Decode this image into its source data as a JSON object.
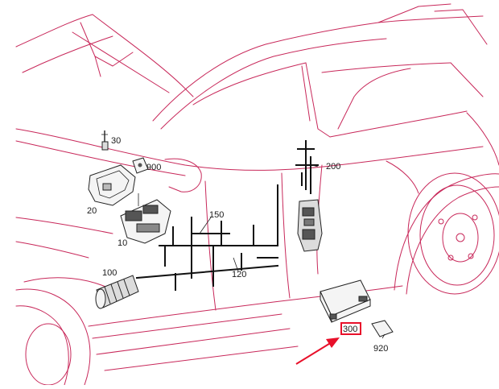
{
  "labels": {
    "p10": "10",
    "p20": "20",
    "p30": "30",
    "p100": "100",
    "p120": "120",
    "p150": "150",
    "p200": "200",
    "p900": "900",
    "p920": "920",
    "p300": "300"
  },
  "colors": {
    "body_outline": "#c8285a",
    "wiring": "#111111",
    "highlight": "#e8102a"
  },
  "icons": {
    "callout": "red-arrow-icon"
  }
}
